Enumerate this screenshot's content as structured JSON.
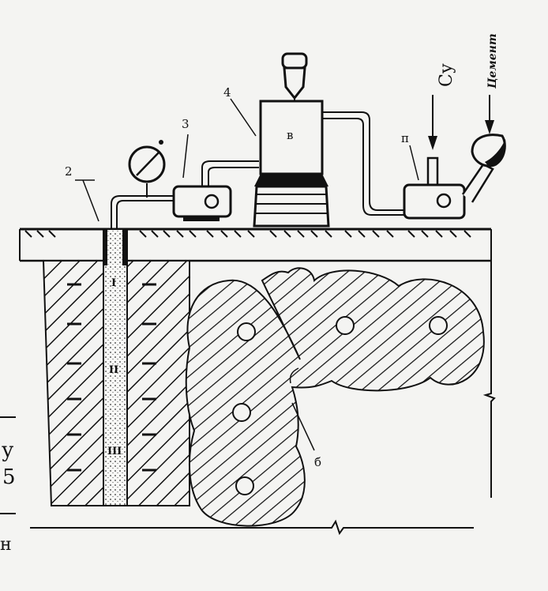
{
  "labels": {
    "pipe": "2",
    "pump": "3",
    "hose": "4",
    "tank": "в",
    "mixer": "п",
    "zone": "б",
    "cy": "Су",
    "cement": "Цемент"
  },
  "zones": [
    "I",
    "II",
    "III"
  ],
  "margin": {
    "top": "у",
    "bottom": "5",
    "footer": "н"
  },
  "colors": {
    "ink": "#111111",
    "paper": "#f4f4f2"
  }
}
